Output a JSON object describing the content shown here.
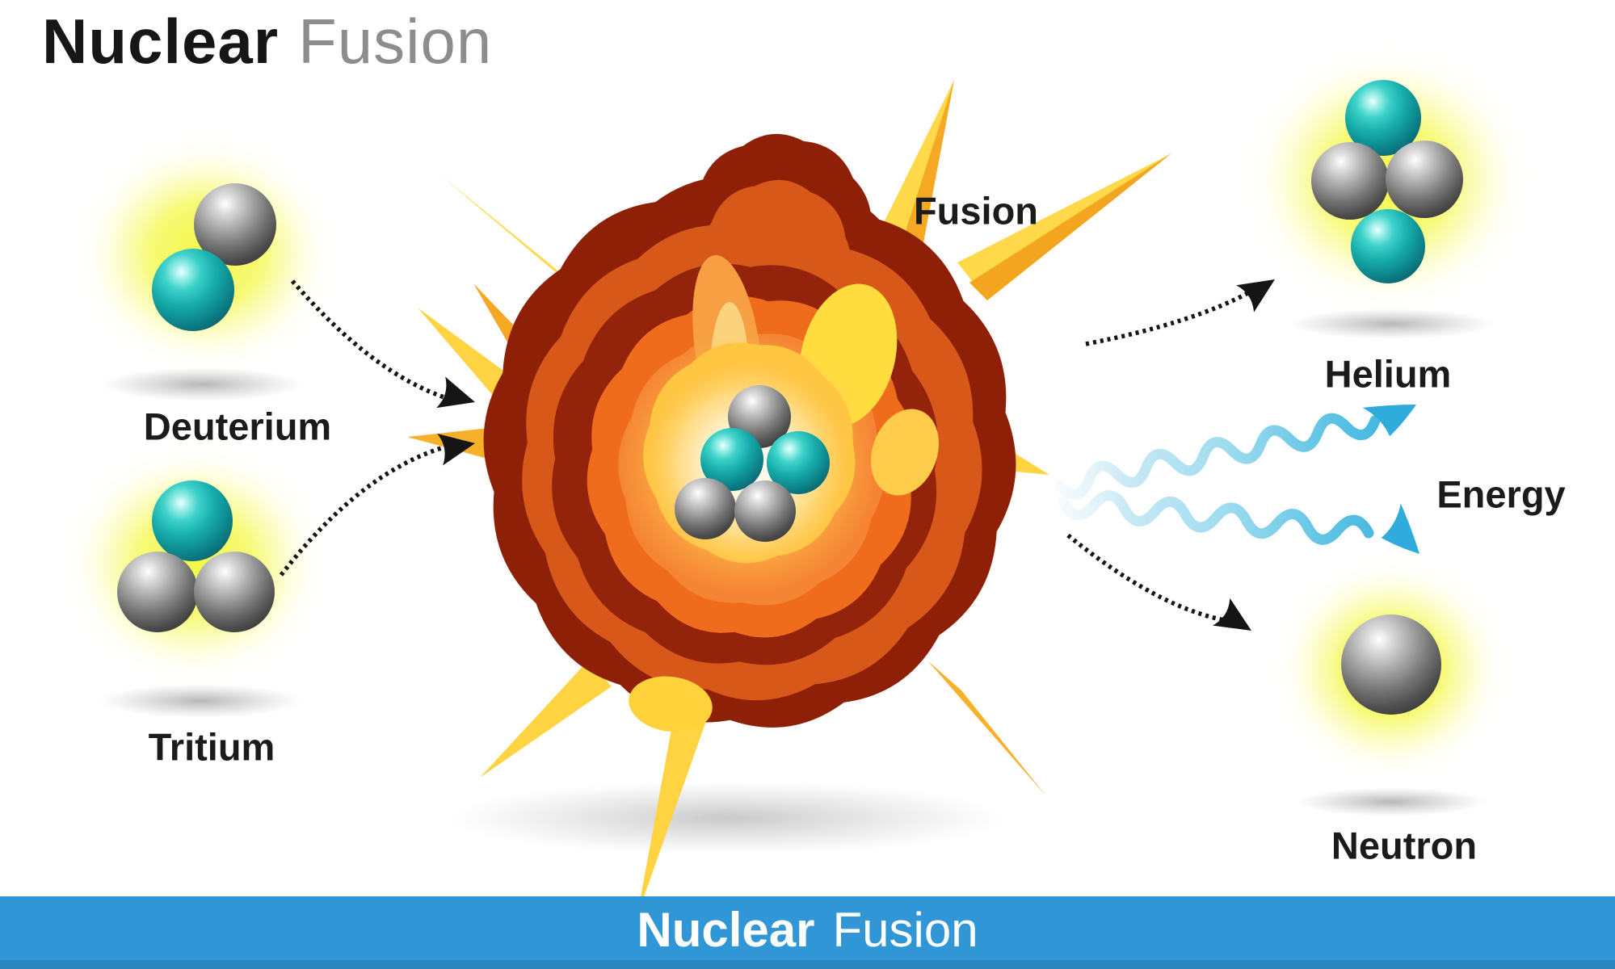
{
  "title": {
    "primary": "Nuclear",
    "secondary": "Fusion"
  },
  "banner": {
    "primary": "Nuclear",
    "secondary": "Fusion"
  },
  "labels": {
    "deuterium": "Deuterium",
    "tritium": "Tritium",
    "fusion": "Fusion",
    "helium": "Helium",
    "energy": "Energy",
    "neutron": "Neutron"
  },
  "atoms": [
    {
      "name": "Deuterium",
      "teal_spheres": 1,
      "gray_spheres": 1,
      "glow": "yellow",
      "position": "left-top"
    },
    {
      "name": "Tritium",
      "teal_spheres": 1,
      "gray_spheres": 2,
      "glow": "yellow",
      "position": "left-bottom"
    },
    {
      "name": "Fusion nucleus",
      "teal_spheres": 2,
      "gray_spheres": 3,
      "glow": "explosion",
      "position": "center"
    },
    {
      "name": "Helium",
      "teal_spheres": 2,
      "gray_spheres": 2,
      "glow": "yellow",
      "position": "right-top"
    },
    {
      "name": "Neutron",
      "teal_spheres": 0,
      "gray_spheres": 1,
      "glow": "yellow",
      "position": "right-bottom"
    }
  ],
  "flow": [
    {
      "from": "Deuterium",
      "to": "Fusion",
      "style": "dotted-arrow"
    },
    {
      "from": "Tritium",
      "to": "Fusion",
      "style": "dotted-arrow"
    },
    {
      "from": "Fusion",
      "to": "Helium",
      "style": "dotted-arrow"
    },
    {
      "from": "Fusion",
      "to": "Neutron",
      "style": "dotted-arrow"
    },
    {
      "from": "Fusion",
      "to": "Energy",
      "style": "wavy-arrow-x2"
    }
  ],
  "colors": {
    "background": "#FFFFFF",
    "teal_sphere": "#17AEAC",
    "gray_sphere": "#8F8F8F",
    "glow_yellow": "#F3F73D",
    "explosion_outer_maroon": "#8E2008",
    "explosion_orange": "#E8611B",
    "explosion_core_yellow": "#FFC53E",
    "spike_gold": "#F5A823",
    "spike_yellow": "#FFD94A",
    "wave_blue": "#31ADDC",
    "banner_blue": "#3096D5",
    "banner_edge": "#2B86BE",
    "text_dark": "#1B1B1B",
    "title_secondary": "#8D8D8D"
  }
}
